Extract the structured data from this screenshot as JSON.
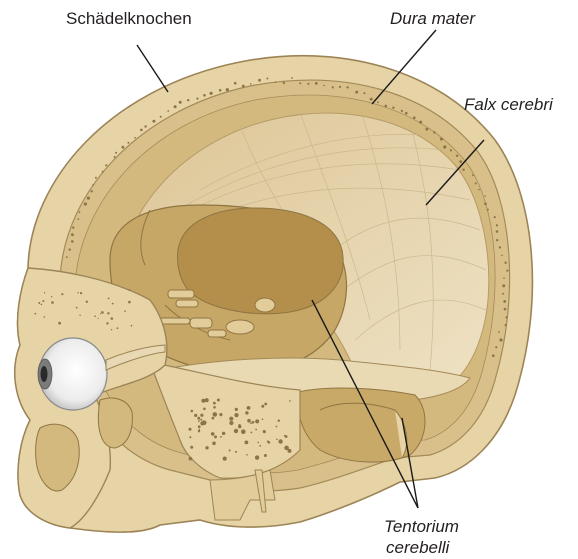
{
  "labels": {
    "skull": "Schädelknochen",
    "dura": "Dura mater",
    "falx": "Falx cerebri",
    "tentorium_line1": "Tentorium",
    "tentorium_line2": "cerebelli"
  },
  "colors": {
    "bone": "#e6d3a6",
    "bone_outline": "#9c8456",
    "bone_dark": "#c9ad72",
    "cavity": "#d7bd84",
    "falx": "#e9dcbc",
    "falx_fibers": "#c9b58a",
    "deep": "#b59455",
    "diploe_dots": "#8c7447",
    "eye_white": "#f2f2f2",
    "iris": "#7b7b7b",
    "pupil": "#2a2a2a",
    "label_text": "#231f20"
  }
}
